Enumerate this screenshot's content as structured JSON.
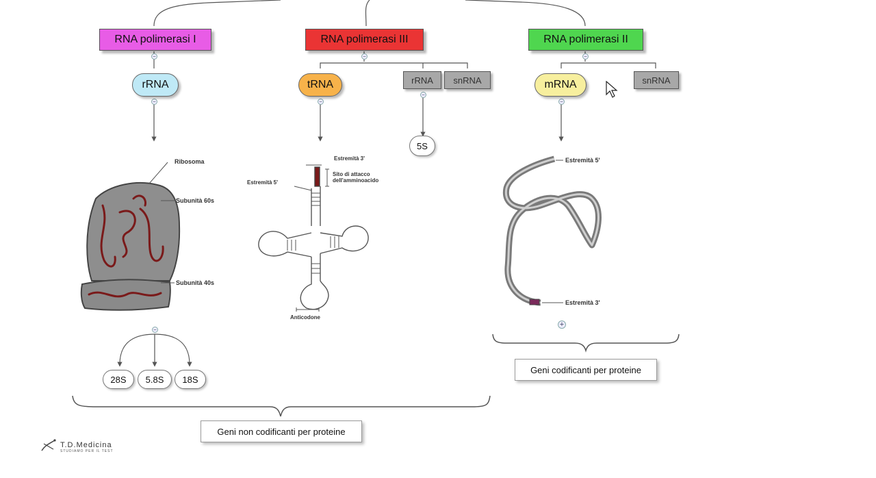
{
  "polymerases": {
    "pol1": {
      "label": "RNA polimerasi I",
      "color": "#e85ce6"
    },
    "pol3": {
      "label": "RNA polimerasi III",
      "color": "#ea3434"
    },
    "pol2": {
      "label": "RNA polimerasi II",
      "color": "#4fd64f"
    }
  },
  "rna_types": {
    "rrna": {
      "label": "rRNA",
      "color": "#bfe9f6"
    },
    "trna": {
      "label": "tRNA",
      "color": "#f7b24a"
    },
    "rrna_small": {
      "label": "rRNA"
    },
    "snrna_3": {
      "label": "snRNA"
    },
    "mrna": {
      "label": "mRNA",
      "color": "#f7ef9e"
    },
    "snrna_2": {
      "label": "snRNA"
    }
  },
  "subunits": {
    "s5": "5S",
    "s28": "28S",
    "s58": "5.8S",
    "s18": "18S"
  },
  "ribosome": {
    "ribosoma": "Ribosoma",
    "sub60": "Subunità 60s",
    "sub40": "Subunità 40s"
  },
  "trna_structure": {
    "estremita3": "Estremità 3'",
    "estremita5": "Estremità 5'",
    "sito": "Sito di attacco dell'amminoacido",
    "anticodone": "Anticodone"
  },
  "mrna_structure": {
    "estremita5": "Estremità 5'",
    "estremita3": "Estremità 3'"
  },
  "groups": {
    "non_coding": "Geni non codificanti per proteine",
    "coding": "Geni codificanti per proteine"
  },
  "logo": {
    "title": "T.D.Medicina",
    "subtitle": "STUDIAMO PER IL TEST"
  }
}
